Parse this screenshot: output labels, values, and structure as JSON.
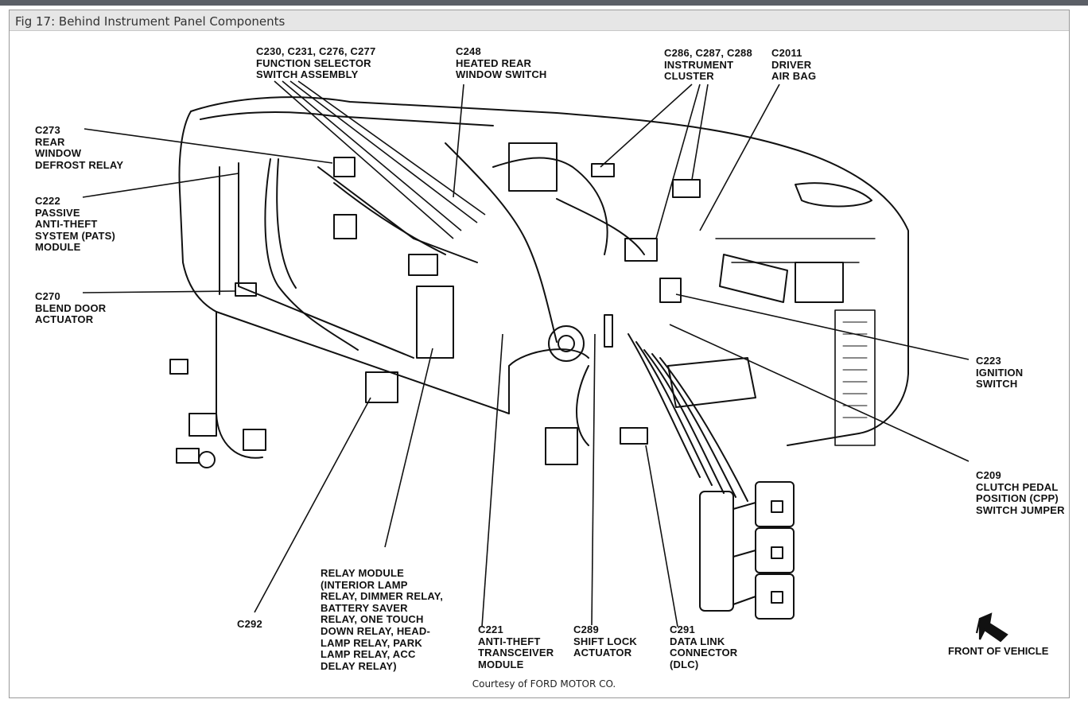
{
  "figure": {
    "title": "Fig 17: Behind Instrument Panel Components",
    "credit": "Courtesy of FORD MOTOR CO.",
    "front_label": "FRONT OF VEHICLE"
  },
  "labels": {
    "c230": [
      "C230, C231, C276, C277",
      "FUNCTION SELECTOR",
      "SWITCH ASSEMBLY"
    ],
    "c248": [
      "C248",
      "HEATED REAR",
      "WINDOW SWITCH"
    ],
    "c286": [
      "C286, C287, C288",
      "INSTRUMENT",
      "CLUSTER"
    ],
    "c2011": [
      "C2011",
      "DRIVER",
      "AIR BAG"
    ],
    "c273": [
      "C273",
      "REAR",
      "WINDOW",
      "DEFROST RELAY"
    ],
    "c222": [
      "C222",
      "PASSIVE",
      "ANTI-THEFT",
      "SYSTEM (PATS)",
      "MODULE"
    ],
    "c270": [
      "C270",
      "BLEND DOOR",
      "ACTUATOR"
    ],
    "c223": [
      "C223",
      "IGNITION",
      "SWITCH"
    ],
    "c209": [
      "C209",
      "CLUTCH PEDAL",
      "POSITION (CPP)",
      "SWITCH JUMPER"
    ],
    "c292": [
      "C292"
    ],
    "relay": [
      "RELAY MODULE",
      "(INTERIOR LAMP",
      "RELAY, DIMMER RELAY,",
      "BATTERY SAVER",
      "RELAY, ONE TOUCH",
      "DOWN RELAY, HEAD-",
      "LAMP RELAY, PARK",
      "LAMP RELAY, ACC",
      "DELAY RELAY)"
    ],
    "c221": [
      "C221",
      "ANTI-THEFT",
      "TRANSCEIVER",
      "MODULE"
    ],
    "c289": [
      "C289",
      "SHIFT LOCK",
      "ACTUATOR"
    ],
    "c291": [
      "C291",
      "DATA LINK",
      "CONNECTOR",
      "(DLC)"
    ]
  },
  "colors": {
    "ink": "#111111",
    "frame": "#9a9a9a",
    "titlebar": "#e6e6e6",
    "topbar": "#5b5f66"
  }
}
